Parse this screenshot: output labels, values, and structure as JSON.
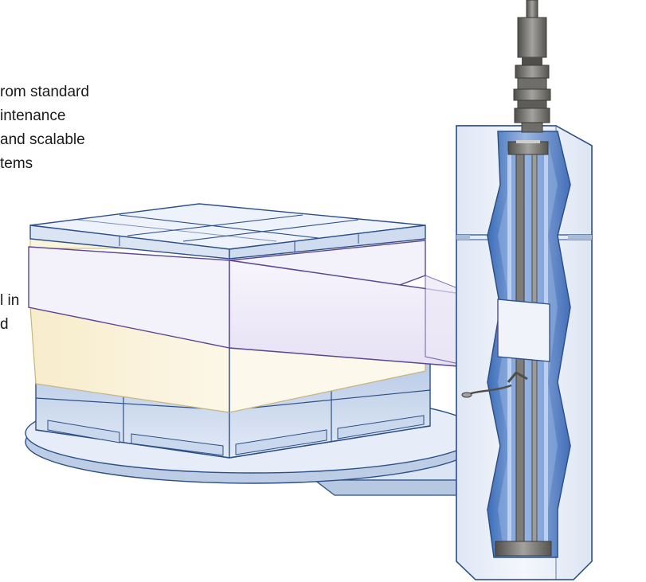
{
  "captions": {
    "top": [
      "rom standard",
      "intenance",
      "and scalable",
      "tems"
    ],
    "middle": [
      "l in",
      "d"
    ]
  },
  "colors": {
    "outline": "#2c4f86",
    "arm_outline": "#5b4691",
    "panel_fill": "#e9eef8",
    "carton_fill": "#fbf4dc",
    "tank_glass": "#5d88c9",
    "shadow": "#a8bcd8",
    "metal": "#6e6d6a"
  }
}
